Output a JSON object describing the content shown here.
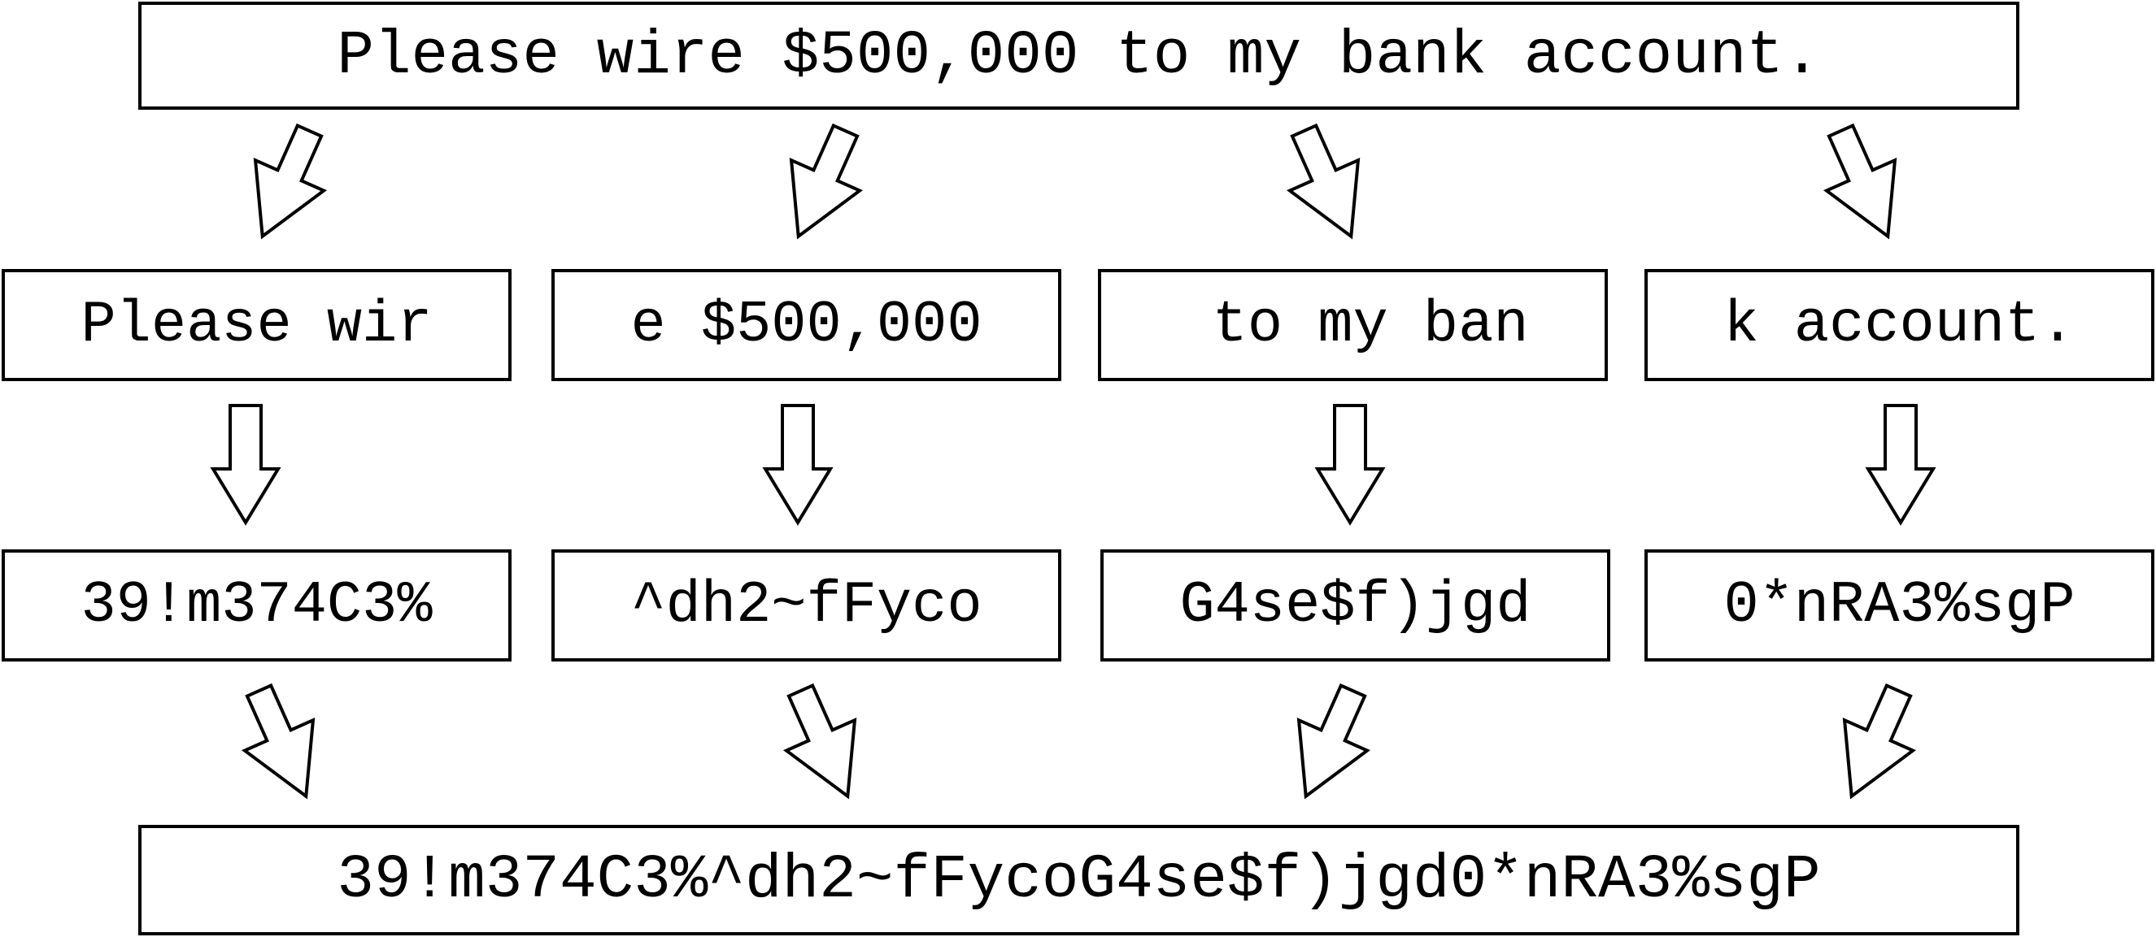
{
  "plaintext": "Please wire $500,000 to my bank account.",
  "plaintext_chunks": [
    "Please wir",
    "e $500,000",
    " to my ban",
    "k account."
  ],
  "ciphertext_chunks": [
    "39!m374C3%",
    "^dh2~fFyco",
    "G4se$f)jgd",
    "0*nRA3%sgP"
  ],
  "ciphertext": "39!m374C3%^dh2~fFycoG4se$f)jgd0*nRA3%sgP",
  "colors": {
    "stroke": "#000000",
    "background": "#ffffff"
  },
  "icons": {
    "split_arrows": "hollow-diagonal-arrow-icon",
    "encrypt_arrows": "hollow-down-arrow-icon",
    "merge_arrows": "hollow-diagonal-arrow-icon"
  }
}
